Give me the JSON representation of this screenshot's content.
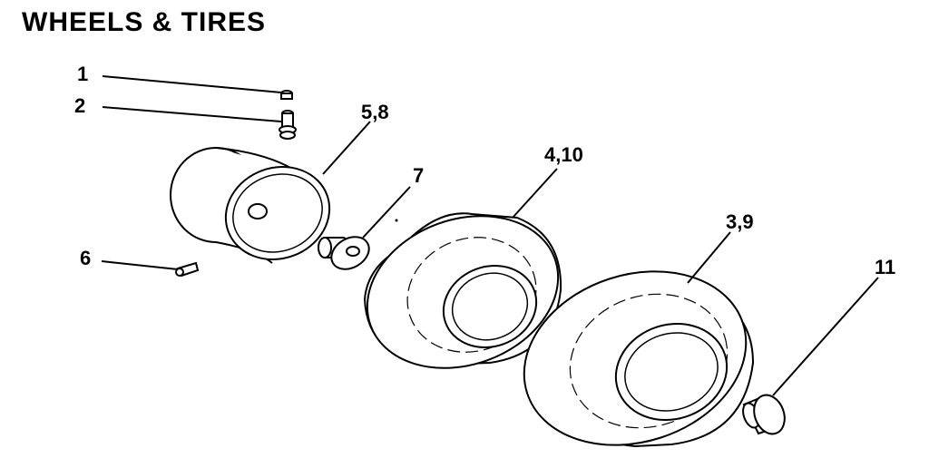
{
  "title": "WHEELS & TIRES",
  "callouts": {
    "c1": "1",
    "c2": "2",
    "c58": "5,8",
    "c7": "7",
    "c410": "4,10",
    "c39": "3,9",
    "c6": "6",
    "c11": "11"
  }
}
